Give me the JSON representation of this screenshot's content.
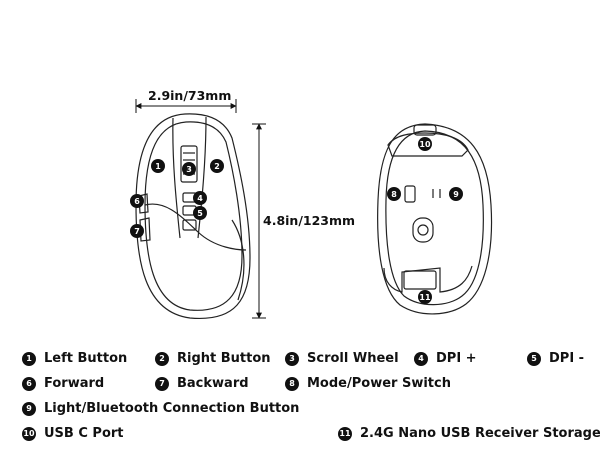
{
  "dimensions": {
    "width_label": "2.9in/73mm",
    "height_label": "4.8in/123mm"
  },
  "callouts": [
    "1",
    "2",
    "3",
    "4",
    "5",
    "6",
    "7",
    "8",
    "9",
    "10",
    "11"
  ],
  "legend": [
    {
      "num": "1",
      "label": "Left Button"
    },
    {
      "num": "2",
      "label": "Right Button"
    },
    {
      "num": "3",
      "label": "Scroll Wheel"
    },
    {
      "num": "4",
      "label": "DPI +"
    },
    {
      "num": "5",
      "label": "DPI -"
    },
    {
      "num": "6",
      "label": "Forward"
    },
    {
      "num": "7",
      "label": "Backward"
    },
    {
      "num": "8",
      "label": "Mode/Power Switch"
    },
    {
      "num": "9",
      "label": "Light/Bluetooth Connection Button"
    },
    {
      "num": "10",
      "label": "USB C Port"
    },
    {
      "num": "11",
      "label": "2.4G Nano USB Receiver Storage"
    }
  ]
}
